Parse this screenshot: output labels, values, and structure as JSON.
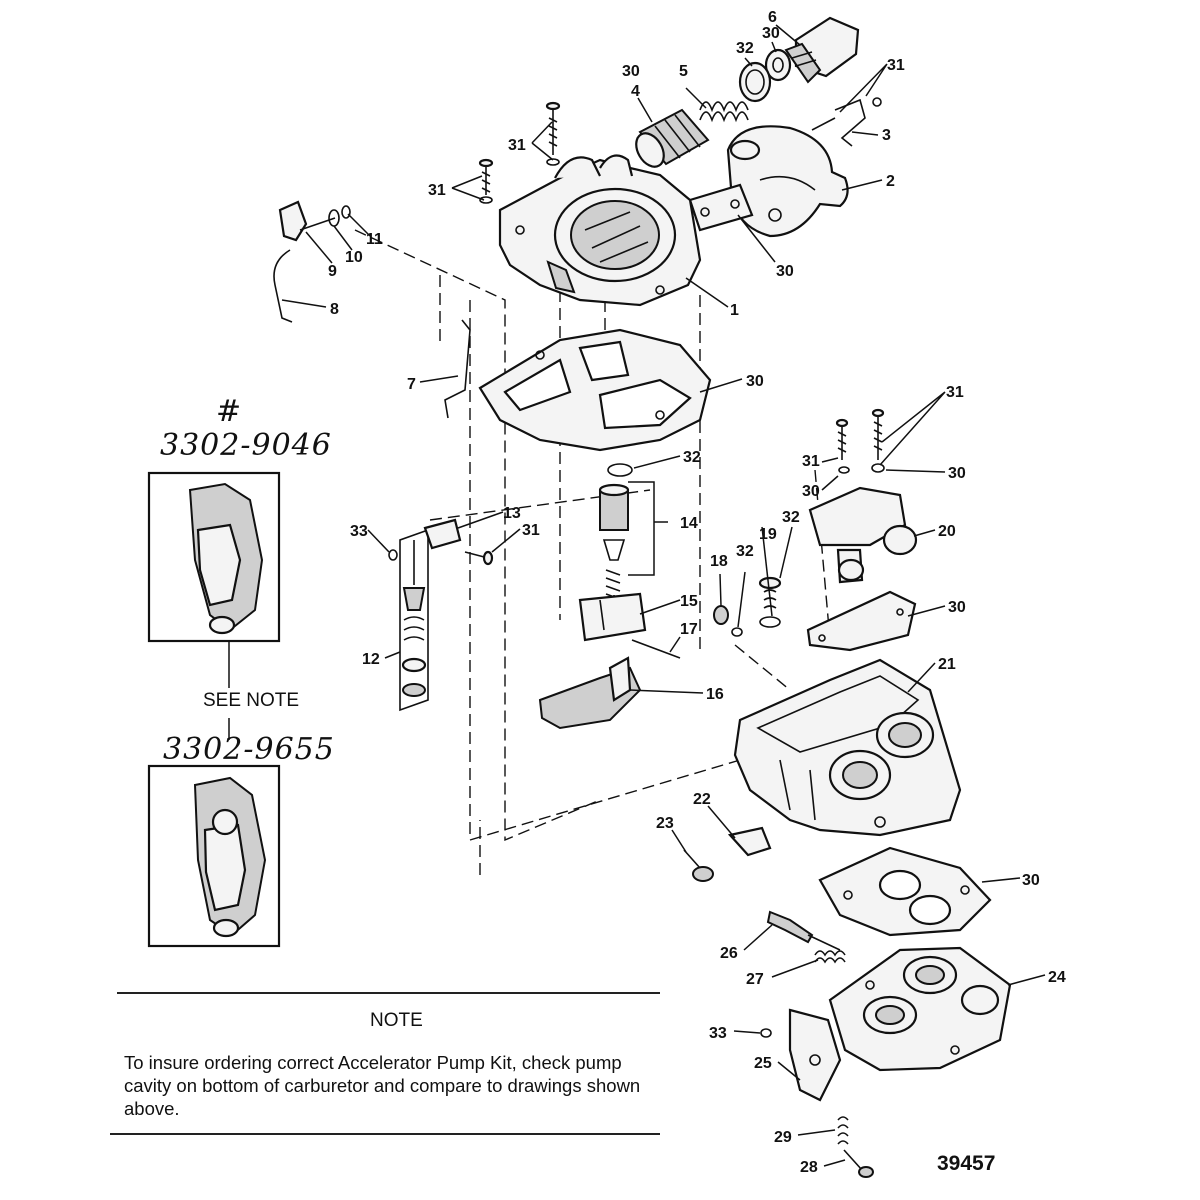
{
  "callouts": [
    {
      "id": "c6",
      "label": "6"
    },
    {
      "id": "c30a",
      "label": "30"
    },
    {
      "id": "c32a",
      "label": "32"
    },
    {
      "id": "c30b",
      "label": "30"
    },
    {
      "id": "c5",
      "label": "5"
    },
    {
      "id": "c4",
      "label": "4"
    },
    {
      "id": "c31a",
      "label": "31"
    },
    {
      "id": "c3",
      "label": "3"
    },
    {
      "id": "c2",
      "label": "2"
    },
    {
      "id": "c31b",
      "label": "31"
    },
    {
      "id": "c31c",
      "label": "31"
    },
    {
      "id": "c11",
      "label": "11"
    },
    {
      "id": "c10",
      "label": "10"
    },
    {
      "id": "c9",
      "label": "9"
    },
    {
      "id": "c8",
      "label": "8"
    },
    {
      "id": "c30c",
      "label": "30"
    },
    {
      "id": "c1",
      "label": "1"
    },
    {
      "id": "c7",
      "label": "7"
    },
    {
      "id": "c30d",
      "label": "30"
    },
    {
      "id": "c32b",
      "label": "32"
    },
    {
      "id": "c31d",
      "label": "31"
    },
    {
      "id": "c31e",
      "label": "31"
    },
    {
      "id": "c30e",
      "label": "30"
    },
    {
      "id": "c30f",
      "label": "30"
    },
    {
      "id": "c33a",
      "label": "33"
    },
    {
      "id": "c13",
      "label": "13"
    },
    {
      "id": "c31f",
      "label": "31"
    },
    {
      "id": "c14",
      "label": "14"
    },
    {
      "id": "c20",
      "label": "20"
    },
    {
      "id": "c19",
      "label": "19"
    },
    {
      "id": "c32c",
      "label": "32"
    },
    {
      "id": "c18",
      "label": "18"
    },
    {
      "id": "c32d",
      "label": "32"
    },
    {
      "id": "c15",
      "label": "15"
    },
    {
      "id": "c30g",
      "label": "30"
    },
    {
      "id": "c12",
      "label": "12"
    },
    {
      "id": "c17",
      "label": "17"
    },
    {
      "id": "c21",
      "label": "21"
    },
    {
      "id": "c16",
      "label": "16"
    },
    {
      "id": "c22",
      "label": "22"
    },
    {
      "id": "c23",
      "label": "23"
    },
    {
      "id": "c30h",
      "label": "30"
    },
    {
      "id": "c26",
      "label": "26"
    },
    {
      "id": "c27",
      "label": "27"
    },
    {
      "id": "c24",
      "label": "24"
    },
    {
      "id": "c33b",
      "label": "33"
    },
    {
      "id": "c25",
      "label": "25"
    },
    {
      "id": "c29",
      "label": "29"
    },
    {
      "id": "c28",
      "label": "28"
    }
  ],
  "handwritten": {
    "hash": "#",
    "part_a": "3302-9046",
    "part_b": "3302-9655"
  },
  "see_note": "SEE NOTE",
  "note": {
    "title": "NOTE",
    "text": "To insure ordering correct Accelerator Pump Kit, check pump cavity on bottom of carburetor and compare to drawings shown above."
  },
  "diagram_id": "39457"
}
